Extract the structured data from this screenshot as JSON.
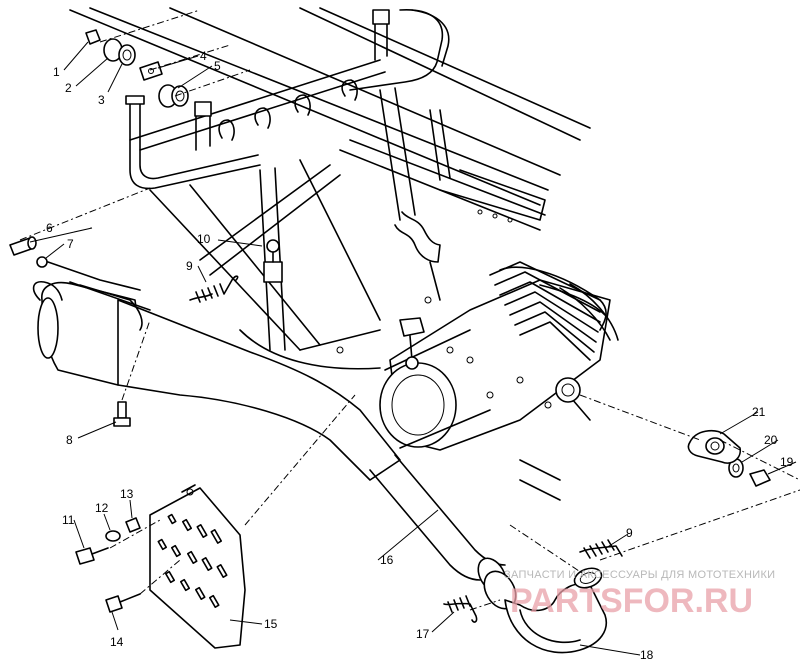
{
  "callouts": [
    {
      "id": "1",
      "label": "1"
    },
    {
      "id": "2",
      "label": "2"
    },
    {
      "id": "3",
      "label": "3"
    },
    {
      "id": "4",
      "label": "4"
    },
    {
      "id": "5",
      "label": "5"
    },
    {
      "id": "6",
      "label": "6"
    },
    {
      "id": "7",
      "label": "7"
    },
    {
      "id": "8",
      "label": "8"
    },
    {
      "id": "9a",
      "label": "9"
    },
    {
      "id": "9b",
      "label": "9"
    },
    {
      "id": "10",
      "label": "10"
    },
    {
      "id": "11",
      "label": "11"
    },
    {
      "id": "12",
      "label": "12"
    },
    {
      "id": "13",
      "label": "13"
    },
    {
      "id": "14",
      "label": "14"
    },
    {
      "id": "15",
      "label": "15"
    },
    {
      "id": "16",
      "label": "16"
    },
    {
      "id": "17",
      "label": "17"
    },
    {
      "id": "18",
      "label": "18"
    },
    {
      "id": "19",
      "label": "19"
    },
    {
      "id": "20",
      "label": "20"
    },
    {
      "id": "21",
      "label": "21"
    }
  ],
  "watermark": {
    "tagline": "ЗАПЧАСТИ И АКСЕССУАРЫ ДЛЯ МОТОТЕХНИКИ",
    "brand": "PARTSFOR.RU"
  }
}
